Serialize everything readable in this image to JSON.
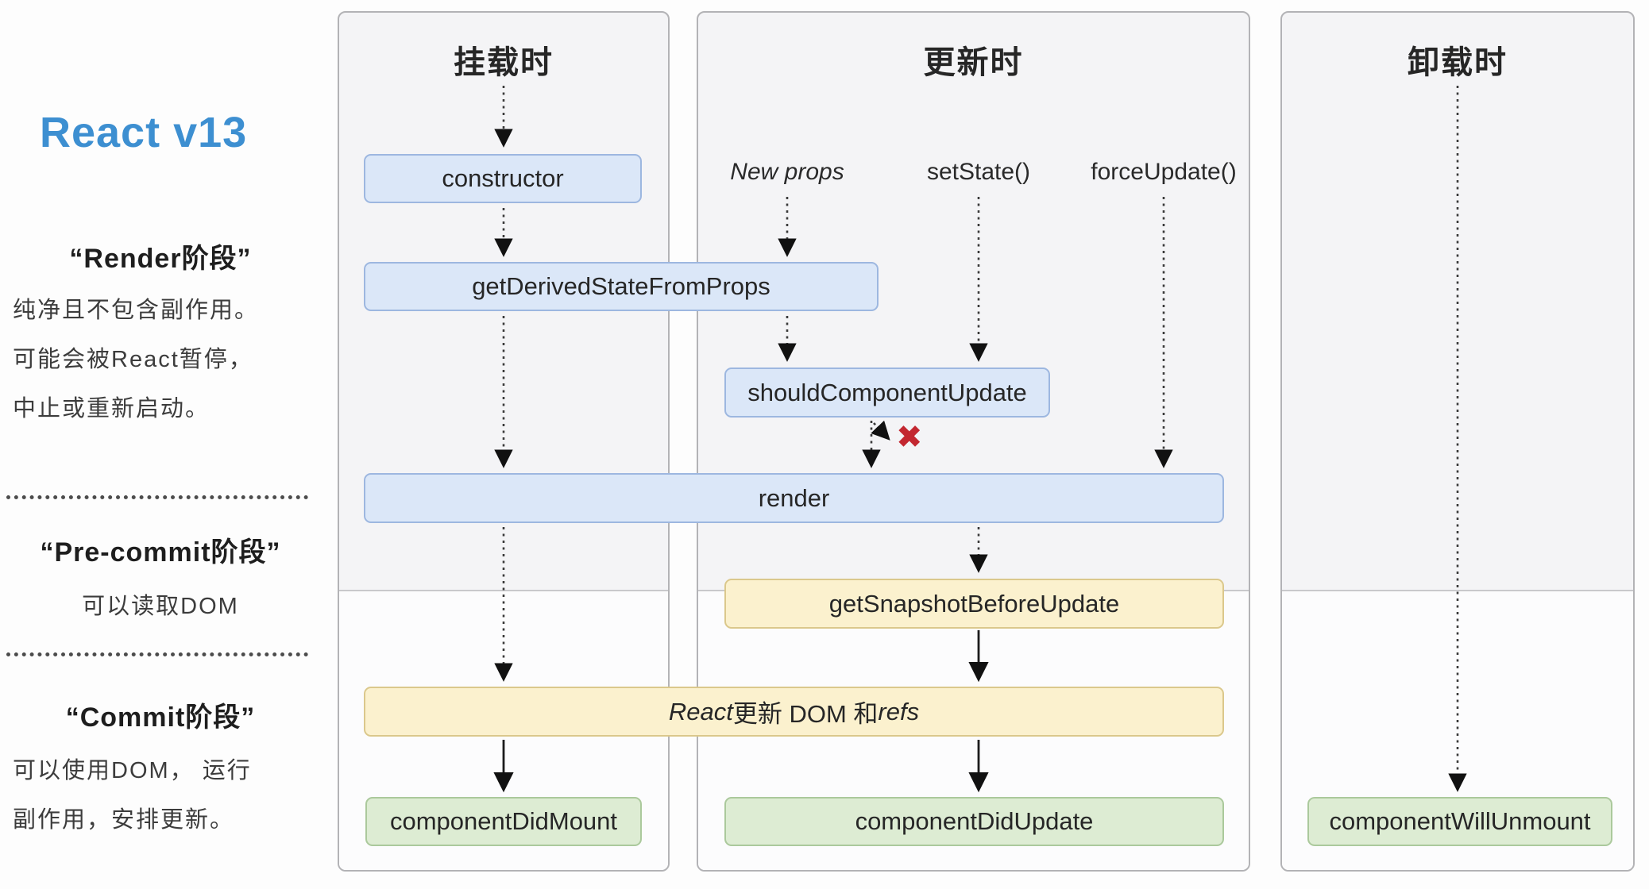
{
  "brand": {
    "title": "React v13"
  },
  "sidebar": {
    "render_phase": {
      "title": "“Render阶段”",
      "line1": "纯净且不包含副作用。",
      "line2": "可能会被React暂停，",
      "line3": "中止或重新启动。"
    },
    "precommit_phase": {
      "title": "“Pre-commit阶段”",
      "line1": "可以读取DOM"
    },
    "commit_phase": {
      "title": "“Commit阶段”",
      "line1": "可以使用DOM， 运行",
      "line2": "副作用，安排更新。"
    }
  },
  "columns": {
    "mount": {
      "header": "挂载时"
    },
    "update": {
      "header": "更新时"
    },
    "unmount": {
      "header": "卸载时"
    }
  },
  "triggers": {
    "new_props": "New props",
    "set_state": "setState()",
    "force_update": "forceUpdate()"
  },
  "boxes": {
    "ctor": "constructor",
    "get_derived_state_from_props": "getDerivedStateFromProps",
    "should_component_update": "shouldComponentUpdate",
    "render": "render",
    "get_snapshot_before_update": "getSnapshotBeforeUpdate",
    "react_updates": {
      "prefix_italic": "React",
      "middle": "更新 DOM 和 ",
      "suffix_italic": "refs"
    },
    "component_did_mount": "componentDidMount",
    "component_did_update": "componentDidUpdate",
    "component_will_unmount": "componentWillUnmount"
  },
  "icons": {
    "skip_update_x": "✖"
  },
  "colors": {
    "accent_blue": "#3d8fd1",
    "box_blue_fill": "#dbe7f8",
    "box_blue_border": "#9db7e0",
    "box_yellow_fill": "#fbf1ce",
    "box_yellow_border": "#dbc88c",
    "box_green_fill": "#ddecd3",
    "box_green_border": "#abc99c",
    "stop_x_red": "#c32730",
    "panel_bg_top": "#f4f4f6",
    "panel_bg_bottom": "#fcfcfd"
  }
}
